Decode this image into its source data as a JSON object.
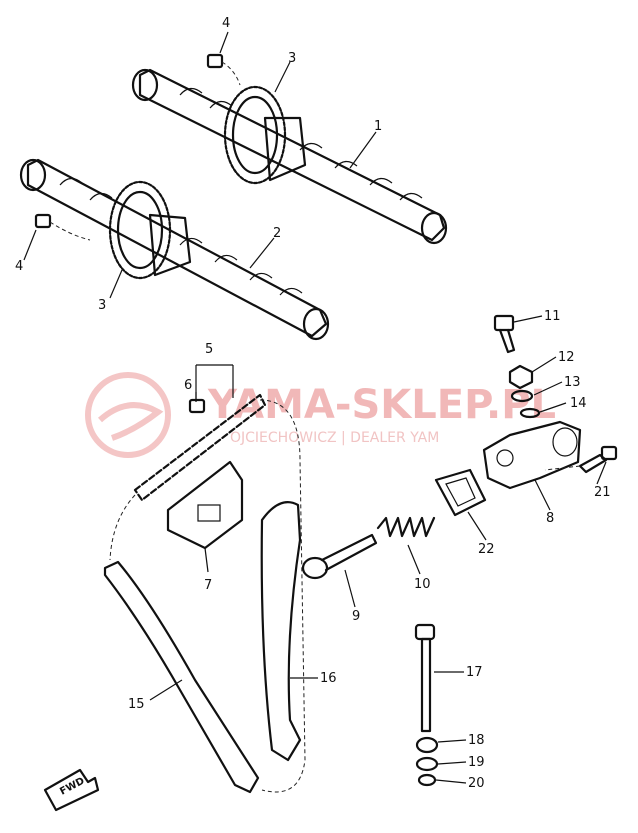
{
  "watermark": {
    "brand": "YAMA-SKLEP.PL",
    "tagline": "OJCIECHOWICZ | DEALER YAM",
    "color": "#f1b8b8"
  },
  "badge": {
    "text": "FWD"
  },
  "callouts": {
    "c1": "1",
    "c2": "2",
    "c3a": "3",
    "c3b": "3",
    "c4a": "4",
    "c4b": "4",
    "c5": "5",
    "c6": "6",
    "c7": "7",
    "c8": "8",
    "c9": "9",
    "c10": "10",
    "c11": "11",
    "c12": "12",
    "c13": "13",
    "c14": "14",
    "c15": "15",
    "c16": "16",
    "c17": "17",
    "c18": "18",
    "c19": "19",
    "c20": "20",
    "c21": "21",
    "c22": "22"
  }
}
